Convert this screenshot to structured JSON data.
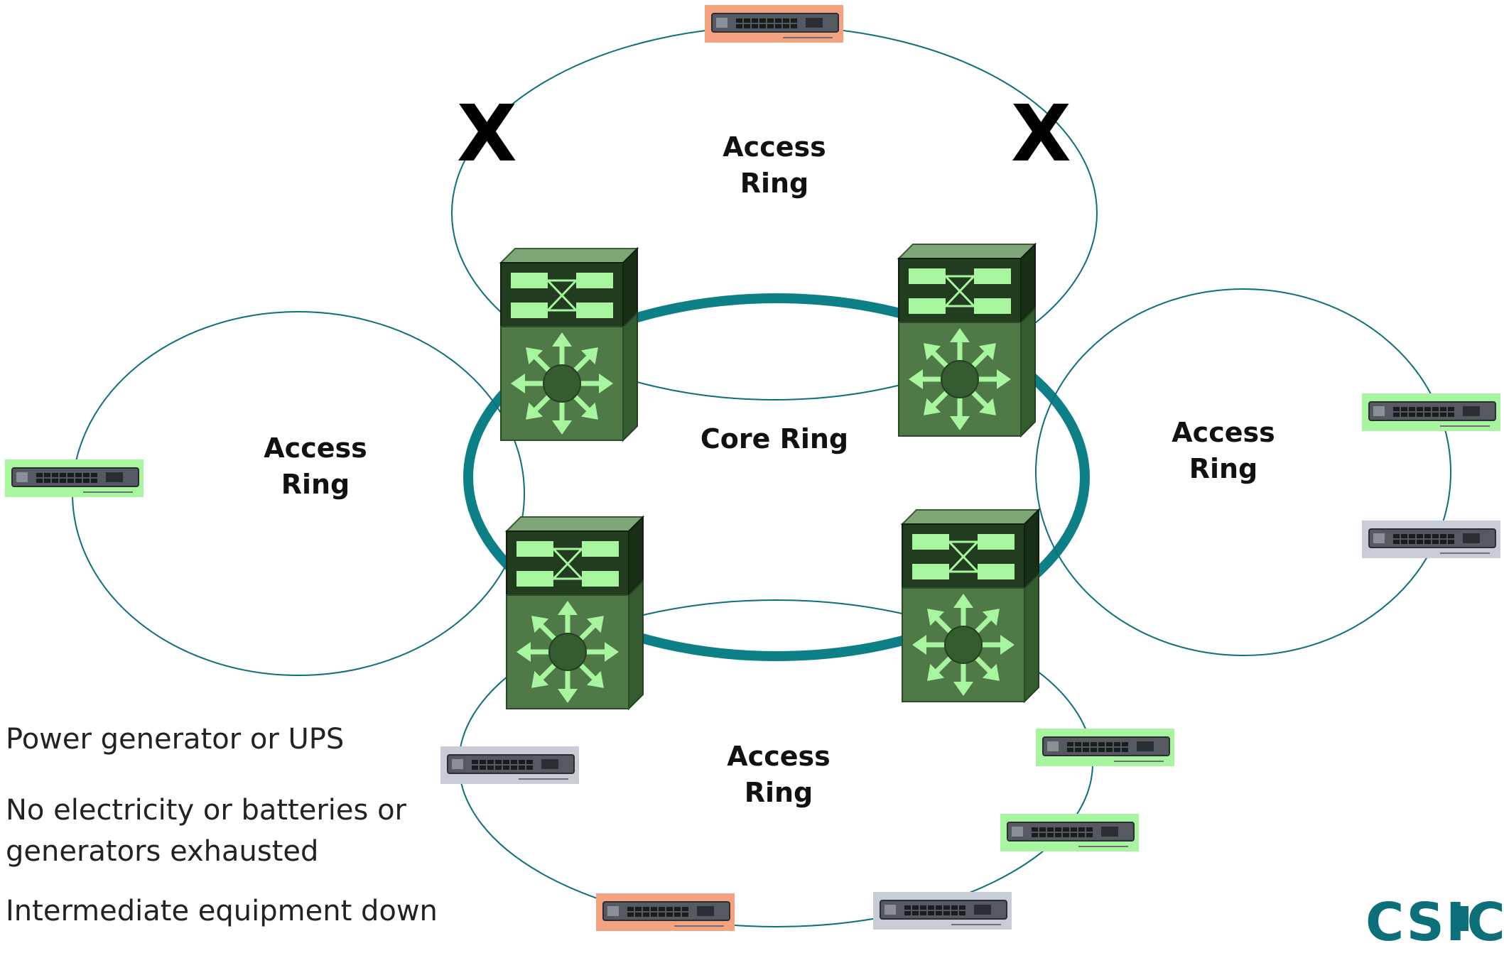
{
  "rings": {
    "top": {
      "line1": "Access",
      "line2": "Ring"
    },
    "left": {
      "line1": "Access",
      "line2": "Ring"
    },
    "right": {
      "line1": "Access",
      "line2": "Ring"
    },
    "bottom": {
      "line1": "Access",
      "line2": "Ring"
    },
    "core": "Core Ring"
  },
  "failure_marks": {
    "left": "X",
    "right": "X"
  },
  "legend": {
    "item1": "Power generator or UPS",
    "item2_line1": "No electricity or batteries or",
    "item2_line2": "generators exhausted",
    "item3": "Intermediate equipment down"
  },
  "logo": "CSIC",
  "colors": {
    "ring_line": "#0c6f7a",
    "core_ring": "#0d7f86",
    "switch_body": "#4f7a48",
    "switch_top": "#213c1f",
    "switch_arrow": "#a8f5a0",
    "status_green": "#a8f5a0",
    "status_grey": "#c8ccd6",
    "status_orange": "#f4a27f"
  }
}
